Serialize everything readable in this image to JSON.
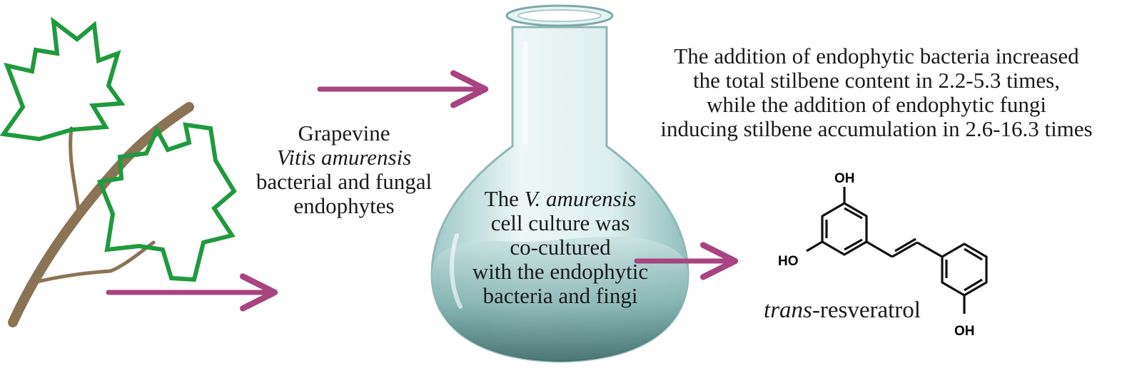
{
  "source_label": {
    "line1": "Grapevine",
    "line2": "Vitis amurensis",
    "line3": "bacterial and fungal",
    "line4": "endophytes"
  },
  "flask_label": {
    "line1_plain": "The ",
    "line1_italic": "V. amurensis",
    "line2": "cell culture was",
    "line3": "co-cultured",
    "line4": "with the endophytic",
    "line5": "bacteria and fingi"
  },
  "result_text": {
    "line1": "The addition of endophytic bacteria increased",
    "line2": "the total stilbene content in 2.2-5.3 times,",
    "line3": "while the addition of endophytic fungi",
    "line4": "inducing stilbene accumulation in 2.6-16.3 times"
  },
  "product": {
    "name_italic": "trans",
    "name_rest": "-resveratrol",
    "atoms": {
      "top": "OH",
      "left": "HO",
      "bottom": "OH"
    }
  },
  "colors": {
    "leaf": "#1f9a3c",
    "branch": "#8b7355",
    "arrow": "#a8447f",
    "flask_glass": "#cfe6e6",
    "flask_liquid": "#4f7f7c"
  }
}
